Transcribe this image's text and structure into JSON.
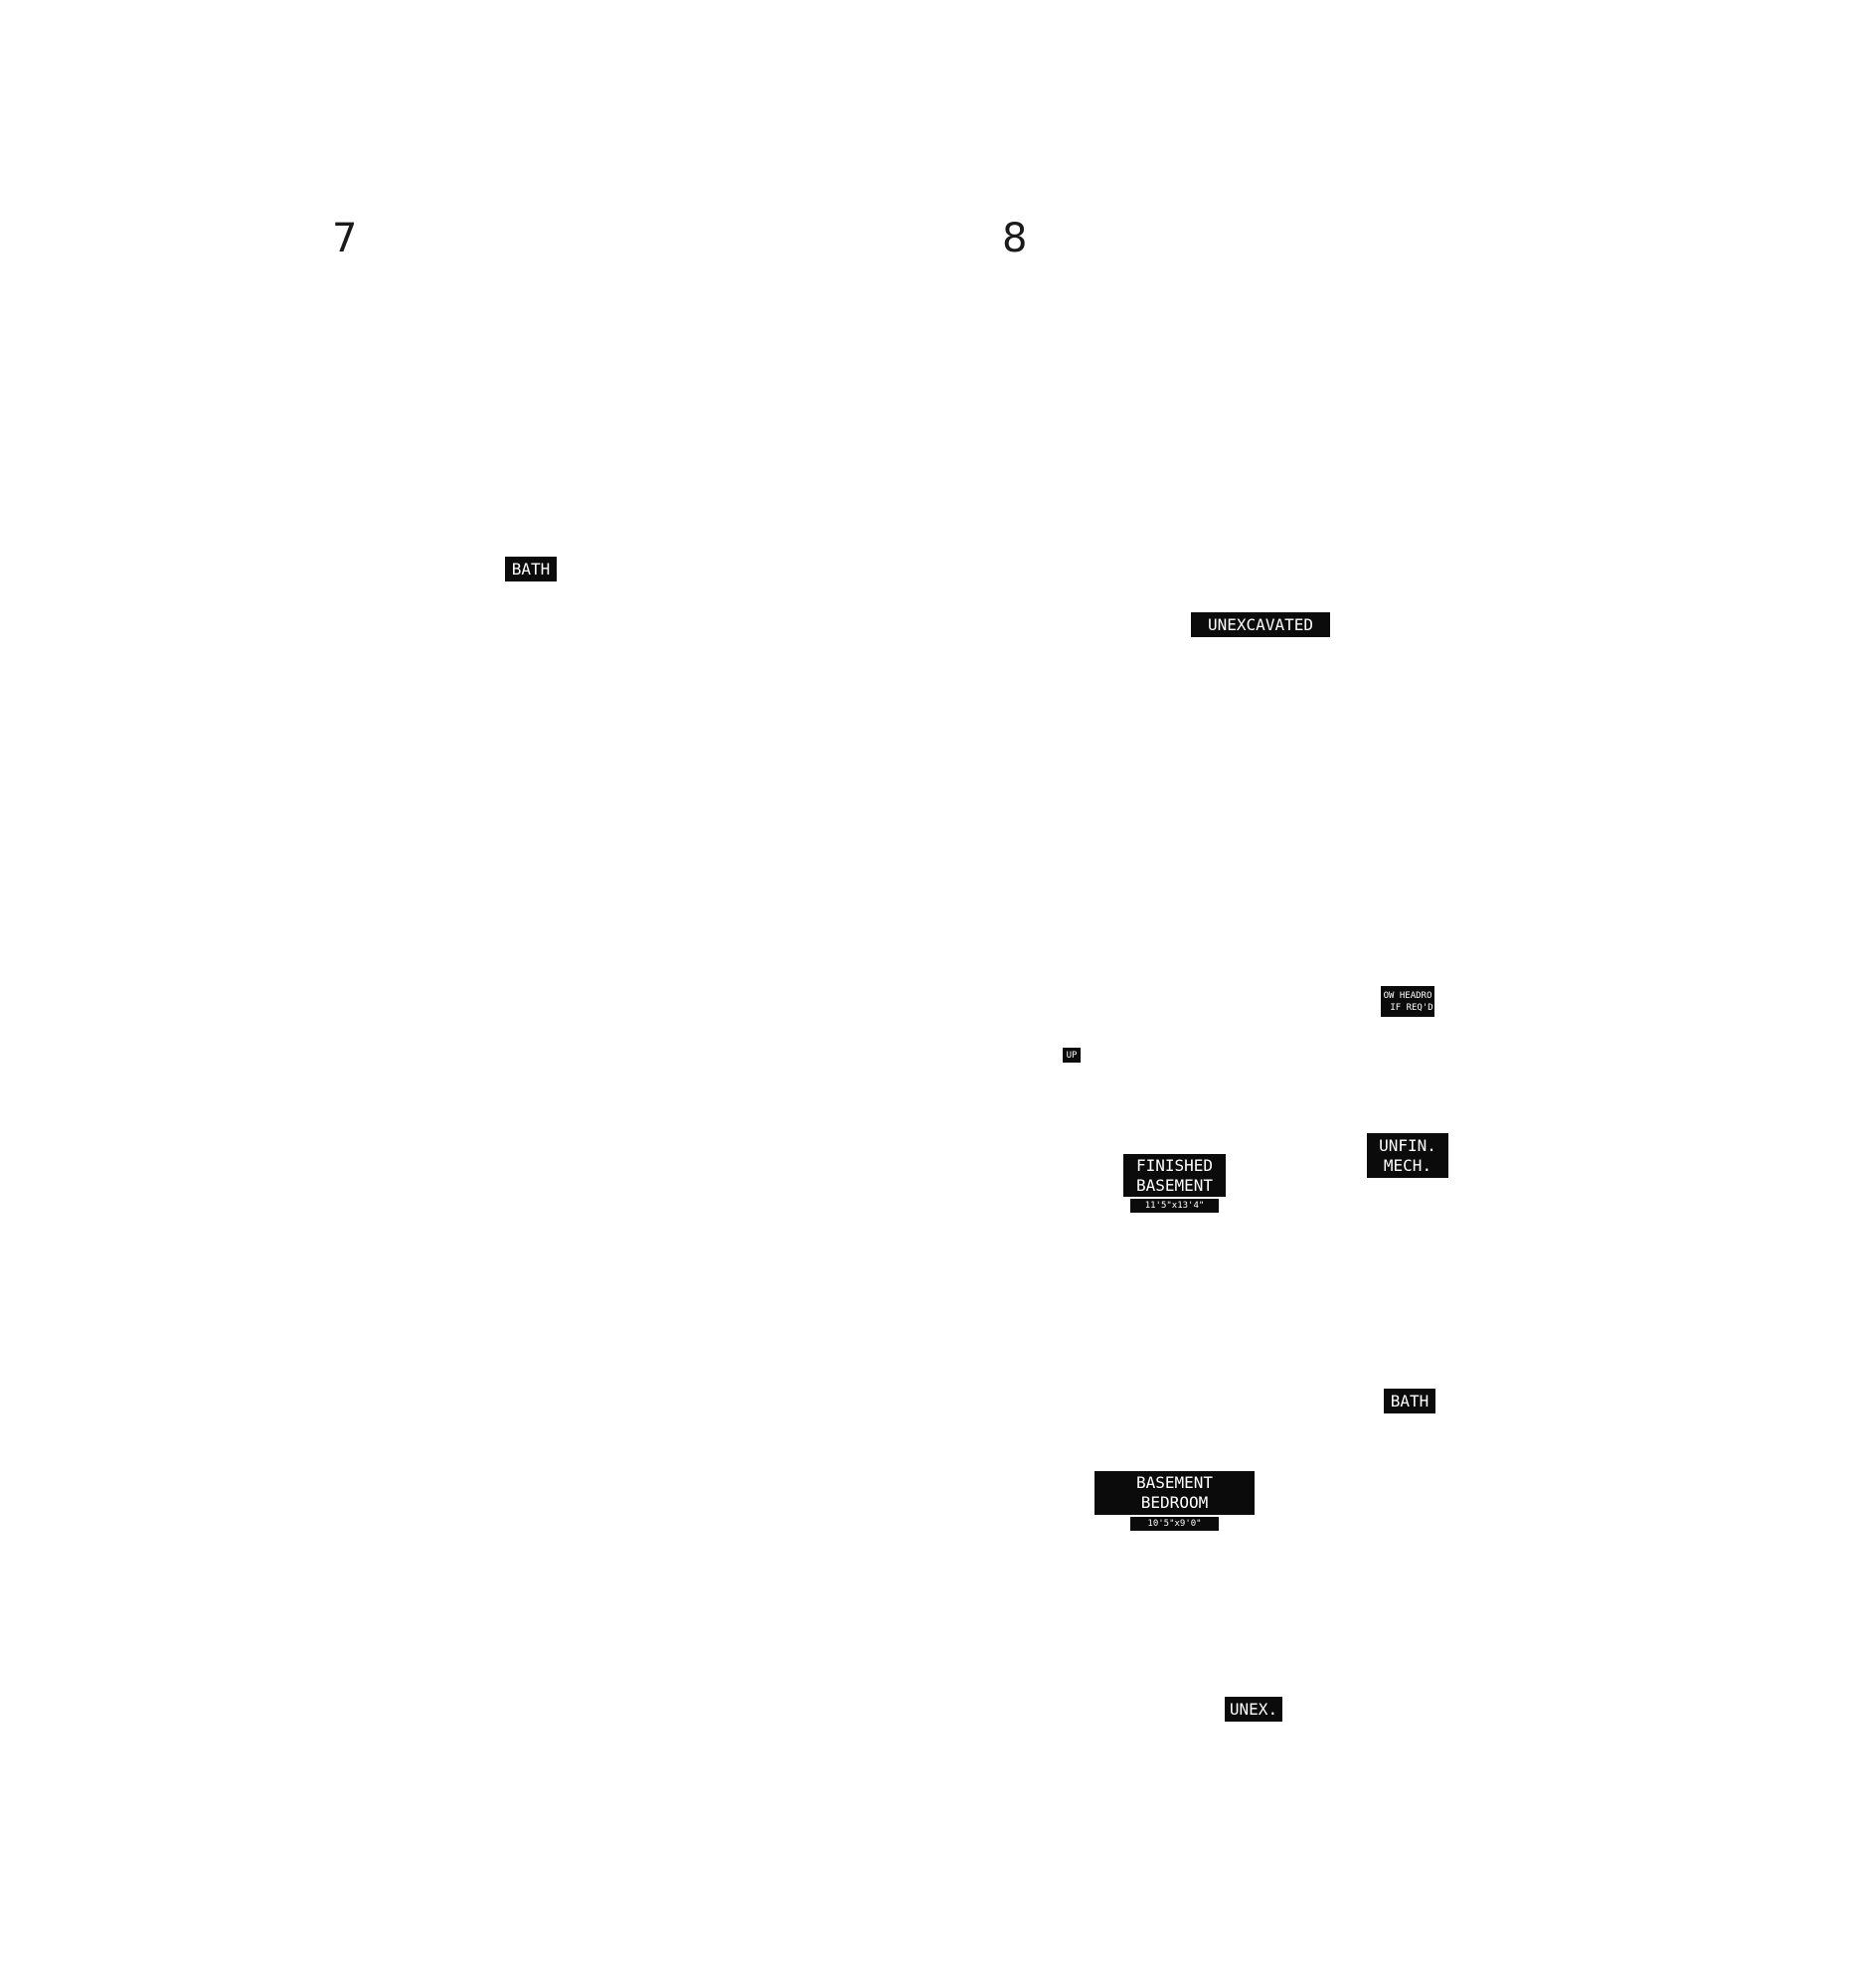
{
  "pages": {
    "left_number": "7",
    "right_number": "8"
  },
  "left_plan": {
    "bath": "BATH"
  },
  "right_plan": {
    "unexcavated_top": "UNEXCAVATED",
    "low_headroom_line1": "OW HEADRO",
    "low_headroom_line2": "IF REQ'D",
    "up": "UP",
    "finished_basement_line1": "FINISHED",
    "finished_basement_line2": "BASEMENT",
    "finished_basement_dims": "11'5\"x13'4\"",
    "unfin_mech_line1": "UNFIN.",
    "unfin_mech_line2": "MECH.",
    "bath": "BATH",
    "basement_bedroom_line1": "BASEMENT",
    "basement_bedroom_line2": "BEDROOM",
    "basement_bedroom_dims": "10'5\"x9'0\"",
    "unex_bottom": "UNEX."
  },
  "colors": {
    "label_bg": "#0b0b0b",
    "label_text": "#ffffff",
    "page_number": "#1a1a1a"
  }
}
